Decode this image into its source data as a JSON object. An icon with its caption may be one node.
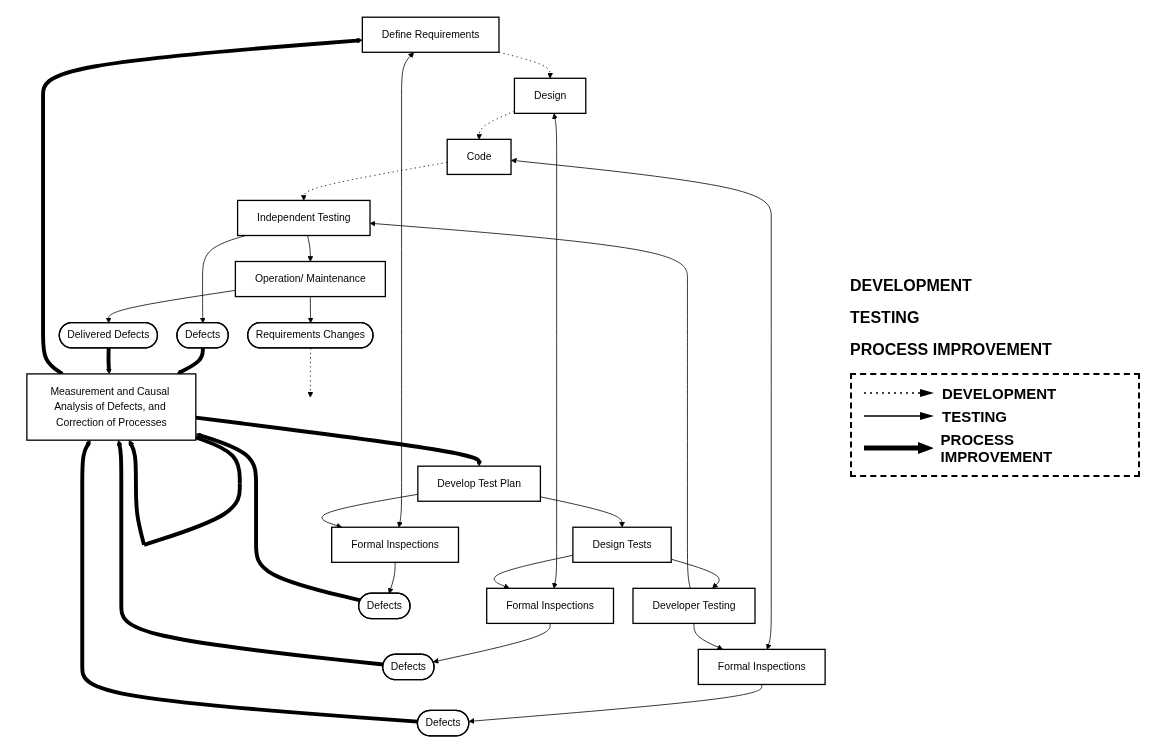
{
  "diagram": {
    "nodes": [
      {
        "text": [
          "Define Requirements"
        ]
      },
      {
        "text": [
          "Design"
        ]
      },
      {
        "text": [
          "Code"
        ]
      },
      {
        "text": [
          "Requirements Changes"
        ]
      },
      {
        "text": [
          "Develop Test Plan"
        ]
      },
      {
        "text": [
          "Design Tests"
        ]
      },
      {
        "text": [
          "Developer Testing"
        ]
      },
      {
        "text": [
          "Independent Testing"
        ]
      },
      {
        "text": [
          "Operation/ Maintenance"
        ]
      },
      {
        "text": [
          "Formal Inspections"
        ]
      },
      {
        "text": [
          "Formal Inspections"
        ]
      },
      {
        "text": [
          "Formal Inspections"
        ]
      },
      {
        "text": [
          "Defects"
        ]
      },
      {
        "text": [
          "Defects"
        ]
      },
      {
        "text": [
          "Defects"
        ]
      },
      {
        "text": [
          "Defects"
        ]
      },
      {
        "text": [
          "Delivered Defects"
        ]
      },
      {
        "text": [
          "Measurement and Causal Analysis of Defects, and Correction of Processes"
        ]
      }
    ],
    "edges": [
      {
        "from": 0,
        "to": 1,
        "arrow": "to",
        "style": "dashed"
      },
      {
        "from": 1,
        "to": 2,
        "arrow": "to",
        "style": "dashed"
      },
      {
        "from": 2,
        "to": 7,
        "arrow": "to",
        "style": "dashed"
      },
      {
        "from": 3,
        "to": null,
        "arrow": "to",
        "style": "dashed"
      },
      {
        "from": 4,
        "to": 5,
        "arrow": "to"
      },
      {
        "from": 5,
        "to": 6,
        "arrow": "to"
      },
      {
        "from": 6,
        "to": 7,
        "arrow": "to"
      },
      {
        "from": 7,
        "to": 8,
        "arrow": "to"
      },
      {
        "from": 8,
        "to": 3,
        "arrow": "to"
      },
      {
        "from": 0,
        "to": 9,
        "arrow": "both"
      },
      {
        "from": 1,
        "to": 10,
        "arrow": "both"
      },
      {
        "from": 2,
        "to": 11,
        "arrow": "both"
      },
      {
        "from": 4,
        "to": 9,
        "arrow": "to"
      },
      {
        "from": 5,
        "to": 10,
        "arrow": "to"
      },
      {
        "from": 6,
        "to": 11,
        "arrow": "to"
      },
      {
        "from": 9,
        "to": 12,
        "arrow": "to"
      },
      {
        "from": 10,
        "to": 13,
        "arrow": "to"
      },
      {
        "from": 11,
        "to": 14,
        "arrow": "to"
      },
      {
        "from": 7,
        "to": 15,
        "arrow": "to"
      },
      {
        "from": 8,
        "to": 16,
        "arrow": "to"
      },
      {
        "from": 12,
        "to": 17,
        "arrow": "to",
        "style": "thick"
      },
      {
        "from": 13,
        "to": 17,
        "arrow": "to",
        "style": "thick"
      },
      {
        "from": 14,
        "to": 17,
        "arrow": "to",
        "style": "thick"
      },
      {
        "from": 15,
        "to": 17,
        "arrow": "to",
        "style": "thick"
      },
      {
        "from": 16,
        "to": 17,
        "arrow": "to",
        "style": "thick"
      },
      {
        "from": 17,
        "to": 0,
        "arrow": "to",
        "style": "thick"
      },
      {
        "from": 17,
        "to": 4,
        "arrow": "to",
        "style": "thick"
      },
      {
        "from": 17,
        "to": 17,
        "arrow": "to",
        "style": "thick"
      }
    ],
    "labels": [
      "DEVELOPMENT",
      "TESTING",
      "PROCESS IMPROVEMENT"
    ],
    "legend": [
      {
        "text": "DEVELOPMENT"
      },
      {
        "text": "TESTING"
      },
      {
        "text": "PROCESS IMPROVEMENT"
      }
    ]
  }
}
